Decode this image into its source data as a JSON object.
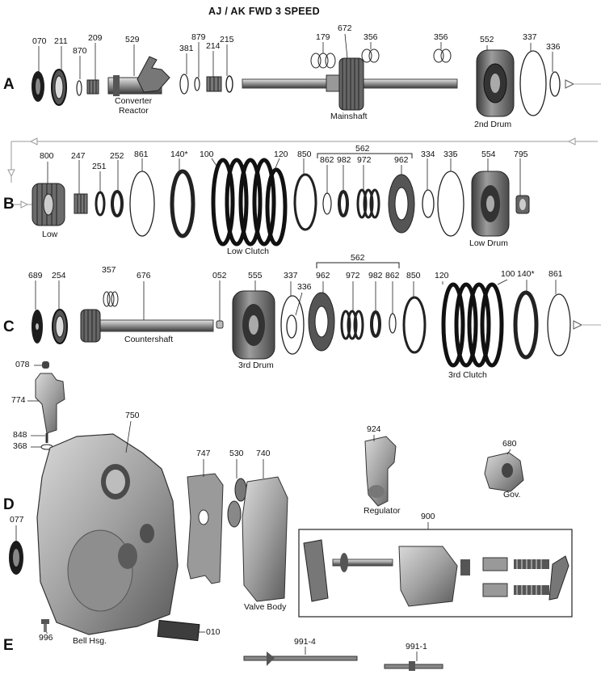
{
  "title": "AJ / AK  FWD 3 SPEED",
  "rows": {
    "a": "A",
    "b": "B",
    "c": "C",
    "d": "D",
    "e": "E"
  },
  "row_a": {
    "parts": [
      "070",
      "211",
      "870",
      "209",
      "529",
      "381",
      "879",
      "214",
      "215",
      "179",
      "672",
      "356",
      "356",
      "552",
      "337",
      "336"
    ],
    "captions": {
      "converter": "Converter",
      "reactor": "Reactor",
      "mainshaft": "Mainshaft",
      "drum2": "2nd Drum"
    }
  },
  "row_b": {
    "parts": [
      "800",
      "247",
      "251",
      "252",
      "861",
      "140*",
      "100",
      "120",
      "850",
      "562",
      "862",
      "982",
      "972",
      "962",
      "334",
      "335",
      "554",
      "795"
    ],
    "captions": {
      "low": "Low",
      "low_clutch": "Low  Clutch",
      "low_drum": "Low  Drum"
    }
  },
  "row_c": {
    "parts": [
      "689",
      "254",
      "357",
      "676",
      "052",
      "555",
      "337",
      "336",
      "962",
      "562",
      "972",
      "982",
      "862",
      "850",
      "120",
      "100",
      "140*",
      "861"
    ],
    "captions": {
      "countershaft": "Countershaft",
      "drum3": "3rd Drum",
      "clutch3": "3rd Clutch"
    }
  },
  "row_d": {
    "parts": [
      "078",
      "774",
      "848",
      "368",
      "750",
      "747",
      "530",
      "740",
      "924",
      "680",
      "077",
      "900",
      "996",
      "010"
    ],
    "captions": {
      "regulator": "Regulator",
      "gov": "Gov.",
      "valve_body": "Valve Body",
      "bell": "Bell Hsg."
    }
  },
  "row_e": {
    "parts": [
      "991-4",
      "991-1"
    ]
  },
  "colors": {
    "ink": "#111111",
    "metal_dark": "#2a2a2a",
    "metal_mid": "#6e6e6e",
    "metal_light": "#bdbdbd",
    "casting": "#a9a9a9",
    "guide": "#9a9a9a"
  }
}
